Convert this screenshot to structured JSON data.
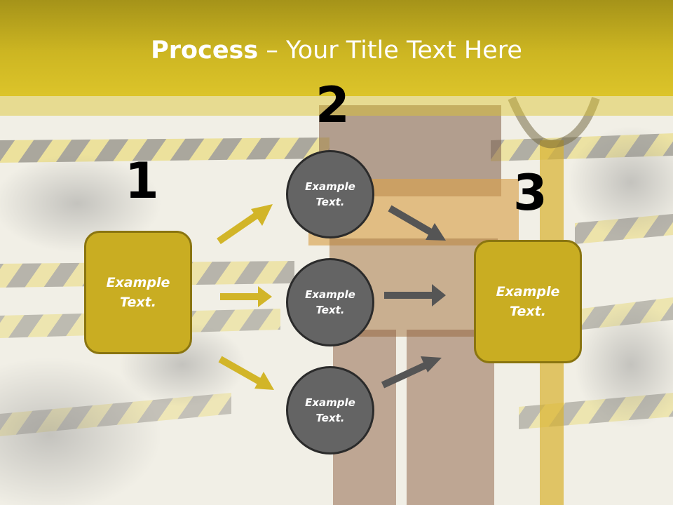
{
  "title": {
    "bold": "Process",
    "rest": " – Your Title Text Here"
  },
  "steps": {
    "one": {
      "number": "1",
      "label": "Example\nText."
    },
    "two": {
      "number": "2",
      "items": [
        {
          "label": "Example\nText."
        },
        {
          "label": "Example\nText."
        },
        {
          "label": "Example\nText."
        }
      ]
    },
    "three": {
      "number": "3",
      "label": "Example\nText."
    }
  },
  "colors": {
    "accent": "#c9ad22",
    "circle": "#646464",
    "arrow_yellow": "#d2b528",
    "arrow_gray": "#555555"
  }
}
